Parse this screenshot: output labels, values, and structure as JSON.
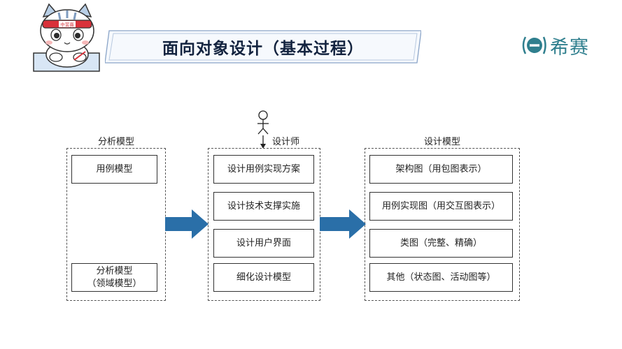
{
  "header": {
    "title": "面向对象设计（基本过程）",
    "logo_text": "希赛",
    "mascot_headband_text": "中苦赛"
  },
  "diagram": {
    "analysis": {
      "label": "分析模型",
      "boxes": [
        "用例模型",
        "分析模型\n（领域模型）"
      ]
    },
    "designer": {
      "label": "设计师",
      "boxes": [
        "设计用例实现方案",
        "设计技术支撑实施",
        "设计用户界面",
        "细化设计模型"
      ]
    },
    "design_model": {
      "label": "设计模型",
      "boxes": [
        "架构图（用包图表示）",
        "用例实现图（用交互图表示）",
        "类图（完整、精确）",
        "其他（状态图、活动图等）"
      ]
    }
  },
  "colors": {
    "arrow": "#2a6fa8",
    "logo": "#2f7f8e",
    "banner_stroke": "#8aa4c8",
    "title": "#13233f"
  }
}
